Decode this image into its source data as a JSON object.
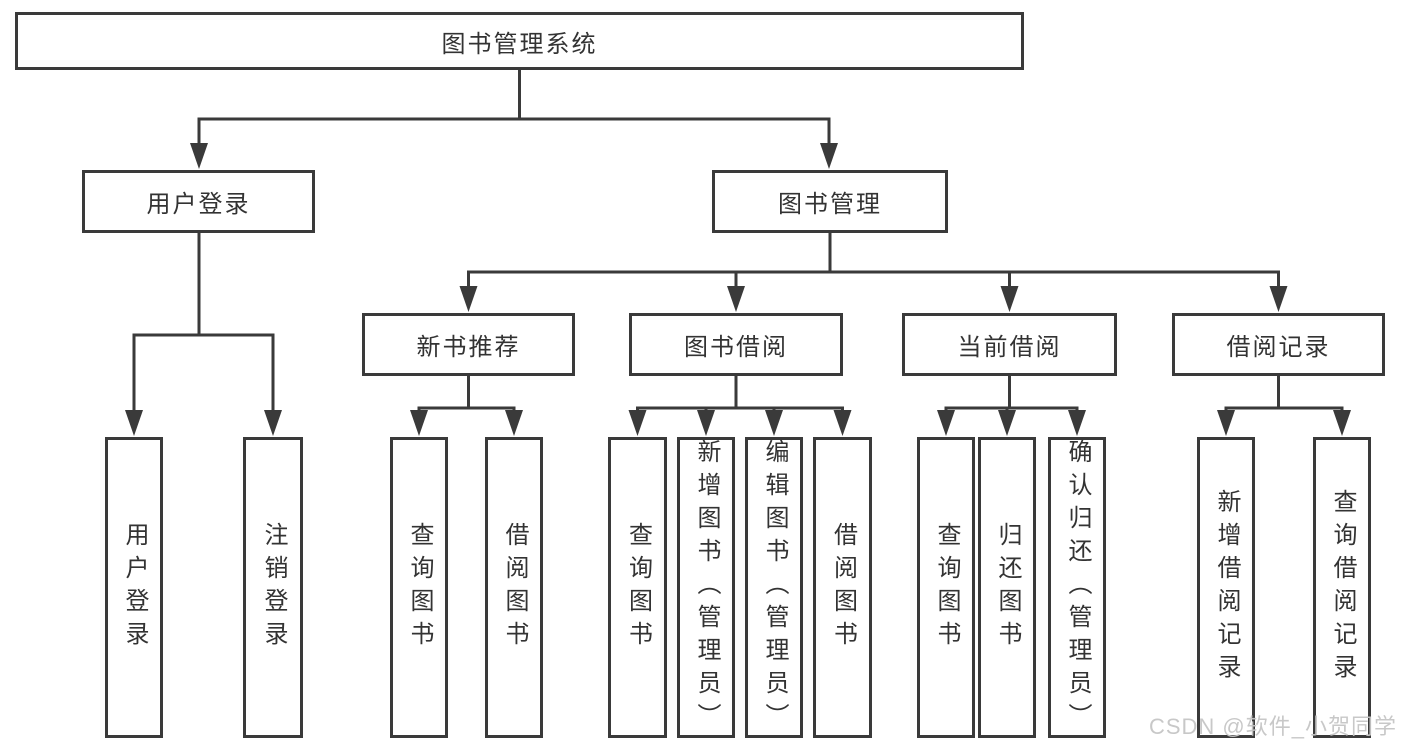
{
  "diagram": {
    "root": {
      "label": "图书管理系统",
      "children": [
        {
          "label": "用户登录",
          "children": [
            {
              "label": "用户登录"
            },
            {
              "label": "注销登录"
            }
          ]
        },
        {
          "label": "图书管理",
          "children": [
            {
              "label": "新书推荐",
              "children": [
                {
                  "label": "查询图书"
                },
                {
                  "label": "借阅图书"
                }
              ]
            },
            {
              "label": "图书借阅",
              "children": [
                {
                  "label": "查询图书"
                },
                {
                  "label": "新增图书（管理员）"
                },
                {
                  "label": "编辑图书（管理员）"
                },
                {
                  "label": "借阅图书"
                }
              ]
            },
            {
              "label": "当前借阅",
              "children": [
                {
                  "label": "查询图书"
                },
                {
                  "label": "归还图书"
                },
                {
                  "label": "确认归还（管理员）"
                }
              ]
            },
            {
              "label": "借阅记录",
              "children": [
                {
                  "label": "新增借阅记录"
                },
                {
                  "label": "查询借阅记录"
                }
              ]
            }
          ]
        }
      ]
    },
    "line_color": "#3a3a3a",
    "text_color": "#333333"
  },
  "watermark": {
    "text": "CSDN @软件_小贺同学"
  }
}
